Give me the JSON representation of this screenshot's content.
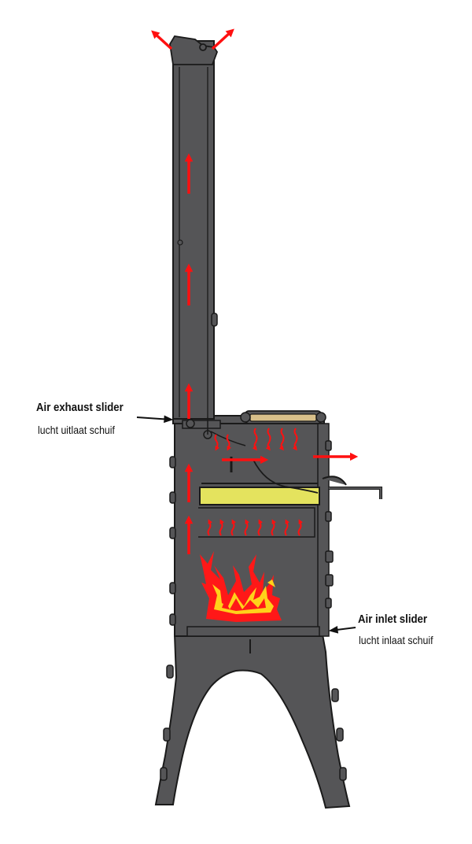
{
  "diagram": {
    "subject": "stove-cross-section",
    "colors": {
      "steel": "#555557",
      "outline": "#1a1a1a",
      "airflow_arrow": "#ff1010",
      "flame_outer": "#ff1818",
      "flame_inner": "#ffd21a",
      "baffle": "#e4e35e",
      "handle": "#d8c08a"
    },
    "labels": {
      "exhaust": {
        "title": "Air exhaust slider",
        "subtitle": "lucht uitlaat schuif"
      },
      "inlet": {
        "title": "Air inlet slider",
        "subtitle": "lucht inlaat schuif"
      }
    }
  }
}
